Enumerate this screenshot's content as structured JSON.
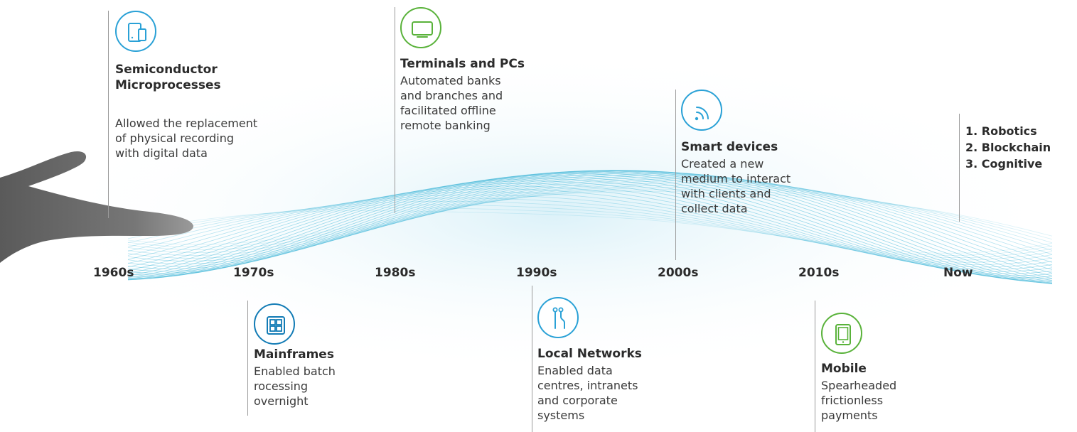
{
  "timeline": {
    "eras": [
      "1960s",
      "1970s",
      "1980s",
      "1990s",
      "2000s",
      "2010s",
      "Now"
    ],
    "events": [
      {
        "era": "1960s",
        "icon": "tablet-phone-icon",
        "title_lines": [
          "Semiconductor",
          "Microprocesses"
        ],
        "desc_lines": [
          "Allowed the replacement",
          "of physical recording",
          "with digital data"
        ]
      },
      {
        "era": "1970s",
        "icon": "mainframe-grid-icon",
        "title_lines": [
          "Mainframes"
        ],
        "desc_lines": [
          "Enabled batch",
          "rocessing",
          "overnight"
        ]
      },
      {
        "era": "1980s",
        "icon": "monitor-icon",
        "title_lines": [
          "Terminals and PCs"
        ],
        "desc_lines": [
          "Automated banks",
          "and branches and",
          "facilitated offline",
          "remote banking"
        ]
      },
      {
        "era": "1990s",
        "icon": "network-branch-icon",
        "title_lines": [
          "Local Networks"
        ],
        "desc_lines": [
          "Enabled data",
          "centres, intranets",
          "and corporate",
          "systems"
        ]
      },
      {
        "era": "2000s",
        "icon": "wireless-signal-icon",
        "title_lines": [
          "Smart devices"
        ],
        "desc_lines": [
          "Created a new",
          "medium to interact",
          "with clients and",
          "collect data"
        ]
      },
      {
        "era": "2010s",
        "icon": "mobile-device-icon",
        "title_lines": [
          "Mobile"
        ],
        "desc_lines": [
          "Spearheaded",
          "frictionless",
          "payments"
        ]
      }
    ],
    "now_items": [
      "1. Robotics",
      "2. Blockchain",
      "3. Cognitive"
    ]
  },
  "colors": {
    "wave": "#3fb6d8",
    "icon_blue": "#2aa1d6",
    "icon_green": "#59b23a",
    "icon_dark_blue": "#127bb5",
    "hand": "#6a6a6a"
  }
}
